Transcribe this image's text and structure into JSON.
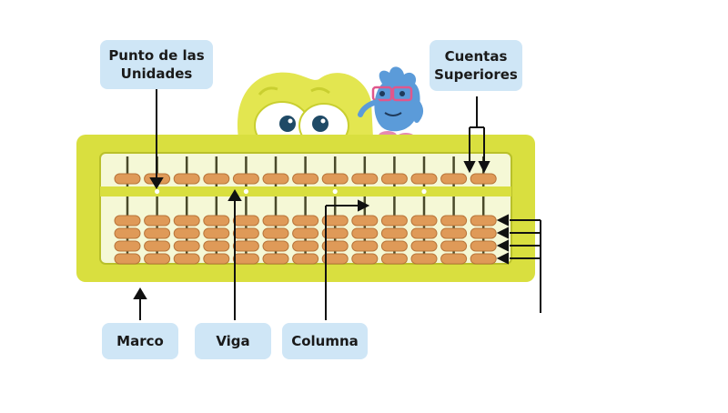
{
  "labels": {
    "unit_point": {
      "line1": "Punto de las",
      "line2": "Unidades"
    },
    "upper_beads": {
      "line1": "Cuentas",
      "line2": "Superiores"
    },
    "frame": "Marco",
    "beam": "Viga",
    "column": "Columna"
  },
  "abacus": {
    "columns": 13,
    "upper_beads_per_column": 1,
    "lower_beads_per_column": 4
  },
  "colors": {
    "frame": "#d9df3f",
    "frame_inner": "#f5f8d6",
    "bead": "#df9a58",
    "bead_edge": "#b8753a",
    "rod": "#4a4a2a",
    "label_bg": "#cfe6f6",
    "mascot": "#5b9bd9"
  },
  "icons": [
    "eyes-character-icon",
    "blue-monster-mascot-icon"
  ]
}
